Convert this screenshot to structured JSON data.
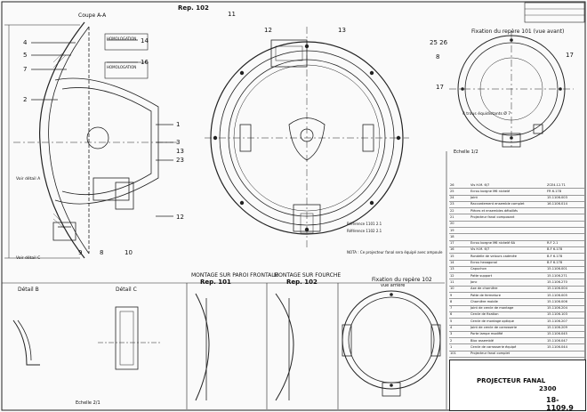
{
  "header": {
    "rep_102_top": "Rep. 102",
    "coupe": "Coupe A-A",
    "fixation_101": "Fixation du repère 101 (vue avant)",
    "fixation_102": "Fixation du repère 102",
    "fixation_102_sub": "vue arrière",
    "montage_101": "MONTAGE SUR PAROI FRONTALE",
    "montage_101_rep": "Rep. 101",
    "montage_102": "MONTAGE SUR FOURCHE",
    "montage_102_rep": "Rep. 102",
    "detail_b": "Détail B",
    "detail_c": "Détail C",
    "echelle": "Echelle 2/1"
  },
  "callouts": {
    "left": [
      "4",
      "5",
      "7",
      "2",
      "9",
      "8",
      "1",
      "3",
      "13",
      "23",
      "12",
      "16",
      "14",
      "10"
    ],
    "center": [
      "11",
      "12",
      "13",
      "25 26",
      "17"
    ],
    "right": [
      "8",
      "17"
    ]
  },
  "notes": {
    "homologation_1": "HOMOLOGATION",
    "homologation_2": "HOMOLOGATION",
    "lamp_1": "Référence 1101 2.1",
    "lamp_2": "Référence 1102 2.1",
    "note": "NOTA : Ce projecteur fanal sera équipé avec ampoule",
    "detail_a": "Voir détail A",
    "detail_c_ref": "Voir détail C",
    "tige": "4 trous équidistants Ø 7",
    "echelle_1": "Echelle 1/2"
  },
  "parts_list": [
    {
      "n": "26",
      "d": "Vis H.M. 6/7",
      "c": "ZCE4.12.T1"
    },
    {
      "n": "25",
      "d": "Ecrou borgne M6 nickelé",
      "c": "FR 6.178"
    },
    {
      "n": "24",
      "d": "Joint",
      "c": "15.1106.003"
    },
    {
      "n": "23",
      "d": "Raccordement ensemble complet",
      "c": "16.1106.014"
    },
    {
      "n": "22",
      "d": "Pièces et ensembles détaillés",
      "c": ""
    },
    {
      "n": "21",
      "d": "Projecteur fanal composant",
      "c": ""
    },
    {
      "n": "20",
      "d": "",
      "c": ""
    },
    {
      "n": "19",
      "d": "",
      "c": ""
    },
    {
      "n": "18",
      "d": "",
      "c": ""
    },
    {
      "n": "17",
      "d": "Ecrou borgne M6 nickelé 6A",
      "c": "R.F 2.1"
    },
    {
      "n": "16",
      "d": "Vis H.M. 6/7",
      "c": "B.F 6.178"
    },
    {
      "n": "15",
      "d": "Rondelle de velours cadmiée",
      "c": "B.F 6.178"
    },
    {
      "n": "14",
      "d": "Ecrou hexagonal",
      "c": "B.F 6.178"
    },
    {
      "n": "13",
      "d": "Capuchon",
      "c": "15.1106.001"
    },
    {
      "n": "12",
      "d": "Patte support",
      "c": "15.1106.271"
    },
    {
      "n": "11",
      "d": "Jonc",
      "c": "15.1106.270"
    },
    {
      "n": "10",
      "d": "Axe de charnière",
      "c": "15.1106.004"
    },
    {
      "n": "9",
      "d": "Patte de fermeture",
      "c": "15.1106.005"
    },
    {
      "n": "8",
      "d": "Charnière mobile",
      "c": "15.1106.006"
    },
    {
      "n": "7",
      "d": "Joint de cercle de montage",
      "c": "15.1106.204"
    },
    {
      "n": "6",
      "d": "Cercle de fixation",
      "c": "15.1106.103"
    },
    {
      "n": "5",
      "d": "Cercle de montage optique",
      "c": "15.1106.207"
    },
    {
      "n": "4",
      "d": "Joint de cercle de carrosserie",
      "c": "15.1106.209"
    },
    {
      "n": "3",
      "d": "Porte lampe modifié",
      "c": "15.1106.045"
    },
    {
      "n": "2",
      "d": "Bloc assemblé",
      "c": "15.1106.047"
    },
    {
      "n": "1",
      "d": "Cercle de carrosserie équipé",
      "c": "15.1106.044"
    },
    {
      "n": "101",
      "d": "Projecteur fanal complet",
      "c": ""
    }
  ],
  "title_block": {
    "title": "PROJECTEUR FANAL",
    "ref": "2300",
    "drawing_no": "18-1109.9"
  }
}
